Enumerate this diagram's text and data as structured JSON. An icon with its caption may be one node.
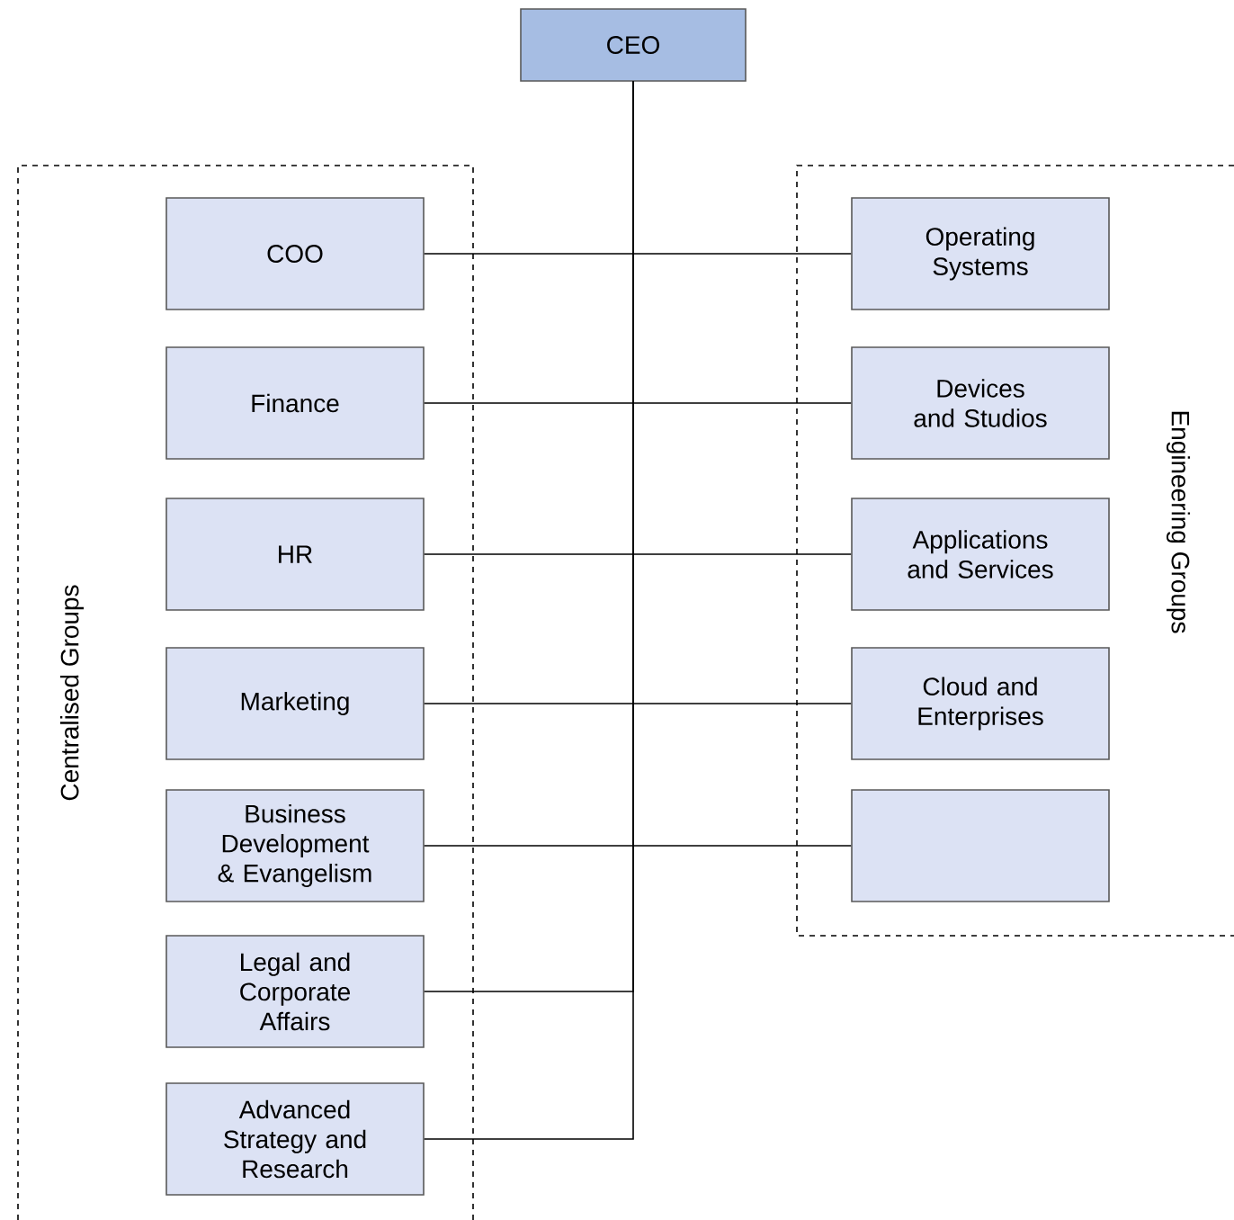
{
  "diagram": {
    "nodes": [
      {
        "text": [
          "CEO"
        ]
      },
      {
        "text": [
          "Centralised Groups"
        ]
      },
      {
        "text": [
          "COO"
        ],
        "in": 1
      },
      {
        "text": [
          "Finance"
        ],
        "in": 1
      },
      {
        "text": [
          "HR"
        ],
        "in": 1
      },
      {
        "text": [
          "Marketing"
        ],
        "in": 1
      },
      {
        "text": [
          "Business Development & Evangelism"
        ],
        "in": 1
      },
      {
        "text": [
          "Legal and Corporate Affairs"
        ],
        "in": 1
      },
      {
        "text": [
          "Advanced Strategy and Research"
        ],
        "in": 1
      },
      {
        "text": [
          "Engineering Groups"
        ]
      },
      {
        "text": [
          "Operating Systems"
        ],
        "in": 9
      },
      {
        "text": [
          "Devices and Studios"
        ],
        "in": 9
      },
      {
        "text": [
          "Applications and Services"
        ],
        "in": 9
      },
      {
        "text": [
          "Cloud and Enterprises"
        ],
        "in": 9
      },
      {
        "text": [],
        "shape": "box",
        "in": 9
      }
    ],
    "edges": [
      {
        "from": 0,
        "to": 2,
        "arrow": "none"
      },
      {
        "from": 0,
        "to": 3,
        "arrow": "none"
      },
      {
        "from": 0,
        "to": 4,
        "arrow": "none"
      },
      {
        "from": 0,
        "to": 5,
        "arrow": "none"
      },
      {
        "from": 0,
        "to": 6,
        "arrow": "none"
      },
      {
        "from": 0,
        "to": 7,
        "arrow": "none"
      },
      {
        "from": 0,
        "to": 8,
        "arrow": "none"
      },
      {
        "from": 0,
        "to": 10,
        "arrow": "none"
      },
      {
        "from": 0,
        "to": 11,
        "arrow": "none"
      },
      {
        "from": 0,
        "to": 12,
        "arrow": "none"
      },
      {
        "from": 0,
        "to": 13,
        "arrow": "none"
      },
      {
        "from": 0,
        "to": 14,
        "arrow": "none"
      }
    ]
  }
}
